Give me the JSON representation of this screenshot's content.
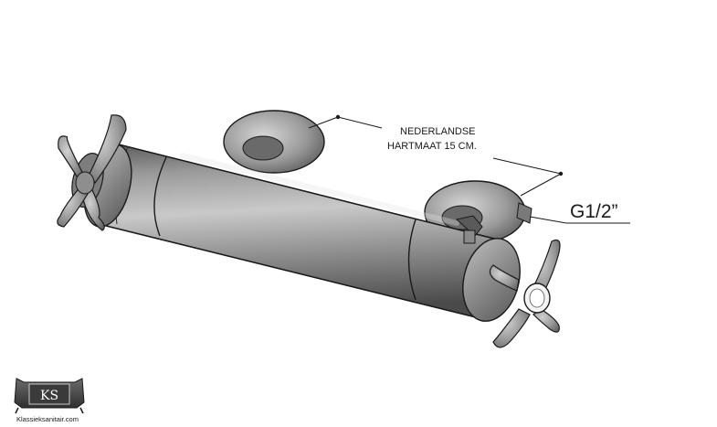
{
  "annotations": {
    "spacing_line1": "NEDERLANDSE",
    "spacing_line2": "HARTMAAT 15 CM.",
    "thread": "G1/2”"
  },
  "logo": {
    "monogram": "KS",
    "website": "Klassieksanitair.com"
  },
  "colors": {
    "metal_dark": "#4b4b4b",
    "metal_mid": "#8c8c8c",
    "metal_light": "#cfcfcf",
    "outline": "#1a1a1a"
  }
}
